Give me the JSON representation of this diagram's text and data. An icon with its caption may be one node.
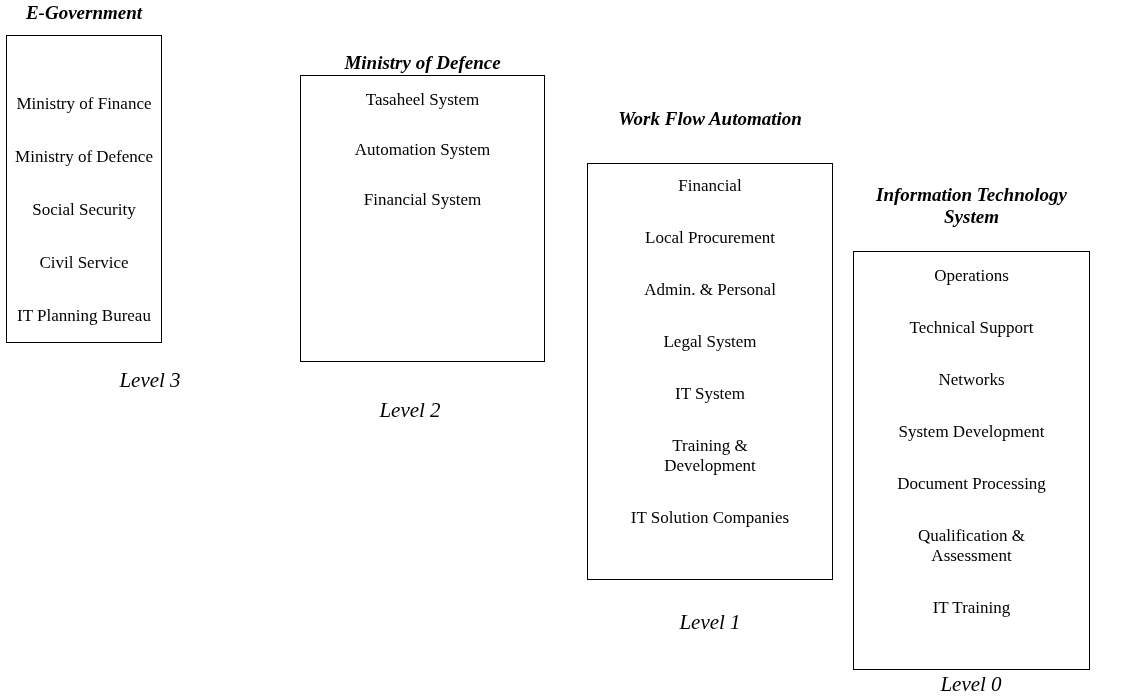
{
  "diagram": {
    "nodes": [
      {
        "text": [
          "E-Government",
          "Ministry of Finance",
          "Ministry of Defence",
          "Social Security",
          "Civil Service",
          "IT Planning Bureau"
        ],
        "beside": [
          "Level 3"
        ]
      },
      {
        "text": [
          "Ministry of Defence",
          "Tasaheel System",
          "Automation System",
          "Financial System"
        ],
        "beside": [
          "Level 2"
        ]
      },
      {
        "text": [
          "Work Flow Automation",
          "Financial",
          "Local Procurement",
          "Admin. & Personal",
          "Legal System",
          "IT System",
          "Training & Development",
          "IT Solution Companies"
        ],
        "beside": [
          "Level 1"
        ]
      },
      {
        "text": [
          "Information Technology System",
          "Operations",
          "Technical Support",
          "Networks",
          "System Development",
          "Document Processing",
          "Qualification & Assessment",
          "IT Training"
        ],
        "beside": [
          "Level 0"
        ]
      }
    ],
    "edges": []
  }
}
